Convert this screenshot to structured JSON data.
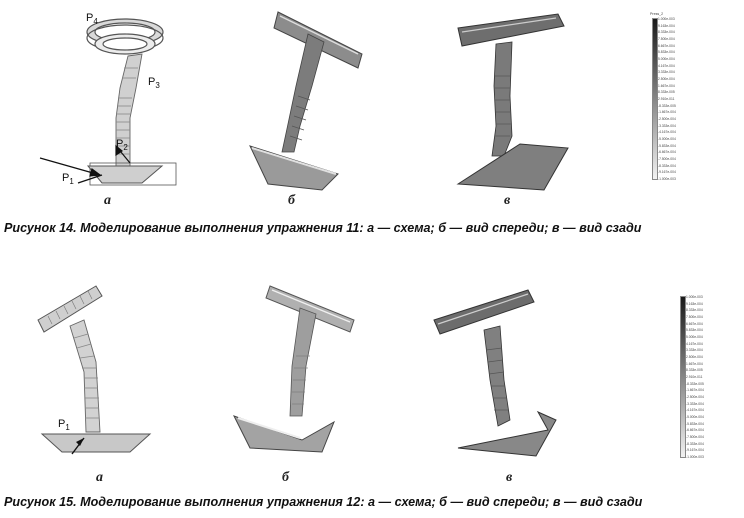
{
  "figure14": {
    "caption": "Рисунок 14. Моделирование выполнения упражнения 11: а — схема; б — вид спереди; в — вид сзади",
    "sublabels": [
      "а",
      "б",
      "в"
    ],
    "points": [
      {
        "base": "P",
        "sub": "4"
      },
      {
        "base": "P",
        "sub": "3"
      },
      {
        "base": "P",
        "sub": "2"
      },
      {
        "base": "P",
        "sub": "1"
      }
    ]
  },
  "figure15": {
    "caption": "Рисунок 15. Моделирование выполнения упражнения 12: а — схема; б — вид спереди; в — вид сзади",
    "sublabels": [
      "а",
      "б",
      "в"
    ],
    "points": [
      {
        "base": "P",
        "sub": "1"
      }
    ]
  },
  "colorbar": {
    "title": "Press_2",
    "ticks": [
      "1.000e-003",
      "9.163e-004",
      "8.333e-004",
      "7.500e-004",
      "6.667e-004",
      "5.833e-004",
      "5.000e-004",
      "4.167e-004",
      "3.333e-004",
      "2.500e-004",
      "1.667e-004",
      "8.333e-005",
      "2.910e-011",
      "-8.333e-005",
      "-1.667e-004",
      "-2.500e-004",
      "-3.333e-004",
      "-4.167e-004",
      "-5.000e-004",
      "-5.833e-004",
      "-6.667e-004",
      "-7.500e-004",
      "-8.333e-004",
      "-9.167e-004",
      "-1.000e-003"
    ],
    "colors": {
      "top": "#1a1a1a",
      "bottom": "#f2f2f2"
    }
  }
}
